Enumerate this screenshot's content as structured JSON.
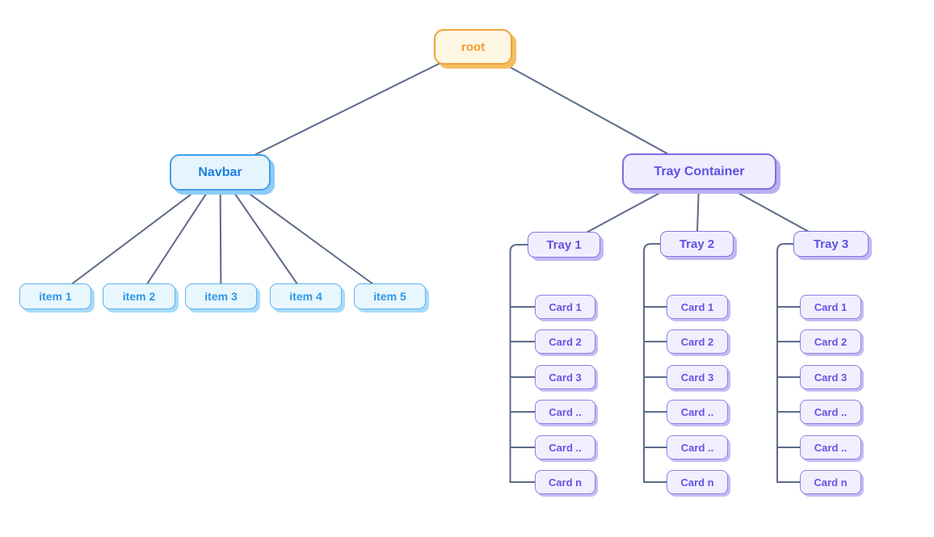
{
  "diagram": {
    "root": {
      "label": "root"
    },
    "navbar": {
      "label": "Navbar",
      "items": [
        "item 1",
        "item 2",
        "item 3",
        "item 4",
        "item 5"
      ]
    },
    "tray_container": {
      "label": "Tray Container",
      "trays": [
        {
          "label": "Tray 1",
          "cards": [
            "Card 1",
            "Card 2",
            "Card 3",
            "Card ..",
            "Card ..",
            "Card n"
          ]
        },
        {
          "label": "Tray 2",
          "cards": [
            "Card 1",
            "Card 2",
            "Card 3",
            "Card ..",
            "Card ..",
            "Card n"
          ]
        },
        {
          "label": "Tray 3",
          "cards": [
            "Card 1",
            "Card 2",
            "Card 3",
            "Card ..",
            "Card ..",
            "Card n"
          ]
        }
      ]
    },
    "colors": {
      "edge": "#5c6b87",
      "root_bg": "#fdf6e2",
      "root_border": "#f0a43c",
      "root_text": "#f59c28",
      "blue_bg": "#e6f4fd",
      "blue_border": "#41a0e8",
      "blue_text": "#1d7ee0",
      "purple_bg": "#efedfe",
      "purple_border": "#7e6ee3",
      "purple_text": "#6150e1"
    }
  }
}
